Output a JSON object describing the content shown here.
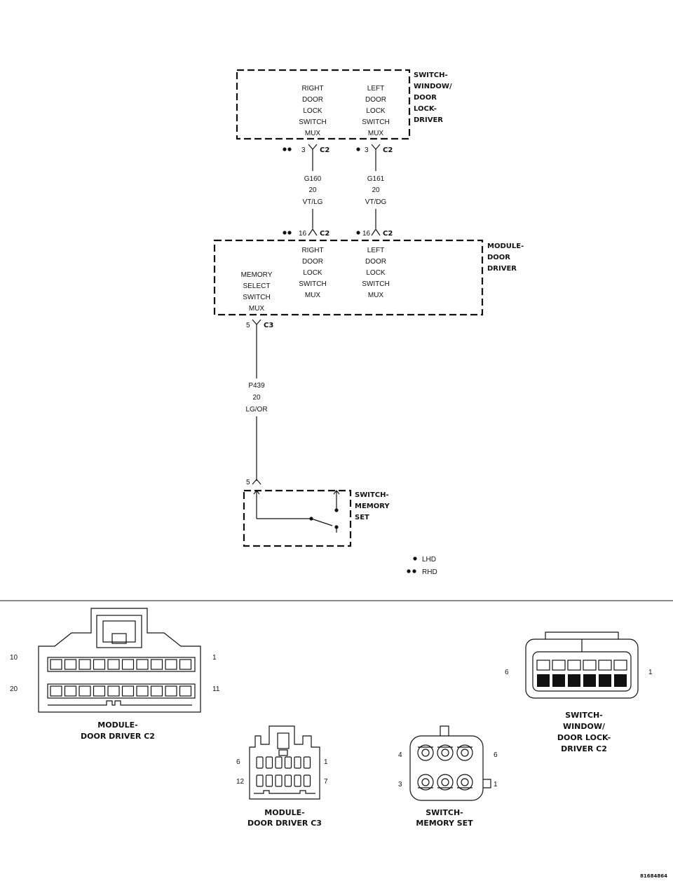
{
  "modules": {
    "switch_window": {
      "name_lines": [
        "SWITCH-",
        "WINDOW/",
        "DOOR",
        "LOCK-",
        "DRIVER"
      ],
      "right_func": [
        "RIGHT",
        "DOOR",
        "LOCK",
        "SWITCH",
        "MUX"
      ],
      "left_func": [
        "LEFT",
        "DOOR",
        "LOCK",
        "SWITCH",
        "MUX"
      ]
    },
    "module_door": {
      "name_lines": [
        "MODULE-",
        "DOOR",
        "DRIVER"
      ],
      "memory_func": [
        "MEMORY",
        "SELECT",
        "SWITCH",
        "MUX"
      ],
      "right_func": [
        "RIGHT",
        "DOOR",
        "LOCK",
        "SWITCH",
        "MUX"
      ],
      "left_func": [
        "LEFT",
        "DOOR",
        "LOCK",
        "SWITCH",
        "MUX"
      ]
    },
    "switch_memory": {
      "name_lines": [
        "SWITCH-",
        "MEMORY",
        "SET"
      ]
    }
  },
  "pins": {
    "sw_right": {
      "pin": "3",
      "connector": "C2"
    },
    "sw_left": {
      "pin": "3",
      "connector": "C2"
    },
    "md_right": {
      "pin": "16",
      "connector": "C2"
    },
    "md_left": {
      "pin": "16",
      "connector": "C2"
    },
    "md_memory": {
      "pin": "5",
      "connector": "C3"
    },
    "ms_memory": {
      "pin": "5"
    }
  },
  "wires": {
    "g160": [
      "G160",
      "20",
      "VT/LG"
    ],
    "g161": [
      "G161",
      "20",
      "VT/DG"
    ],
    "p439": [
      "P439",
      "20",
      "LG/OR"
    ]
  },
  "legend": {
    "lhd": "LHD",
    "rhd": "RHD"
  },
  "connector_views": {
    "module_c2": {
      "name_lines": [
        "MODULE-",
        "DOOR DRIVER C2"
      ],
      "pin_tl": "10",
      "pin_tr": "1",
      "pin_bl": "20",
      "pin_br": "11"
    },
    "module_c3": {
      "name_lines": [
        "MODULE-",
        "DOOR DRIVER C3"
      ],
      "pin_tl": "6",
      "pin_tr": "1",
      "pin_bl": "12",
      "pin_br": "7"
    },
    "memory_set": {
      "name_lines": [
        "SWITCH-",
        "MEMORY SET"
      ],
      "pin_tl": "4",
      "pin_tr": "6",
      "pin_bl": "3",
      "pin_br": "1"
    },
    "switch_c2": {
      "name_lines": [
        "SWITCH-",
        "WINDOW/",
        "DOOR LOCK-",
        "DRIVER C2"
      ],
      "pin_l": "6",
      "pin_r": "1"
    }
  },
  "figure_id": "81684864"
}
